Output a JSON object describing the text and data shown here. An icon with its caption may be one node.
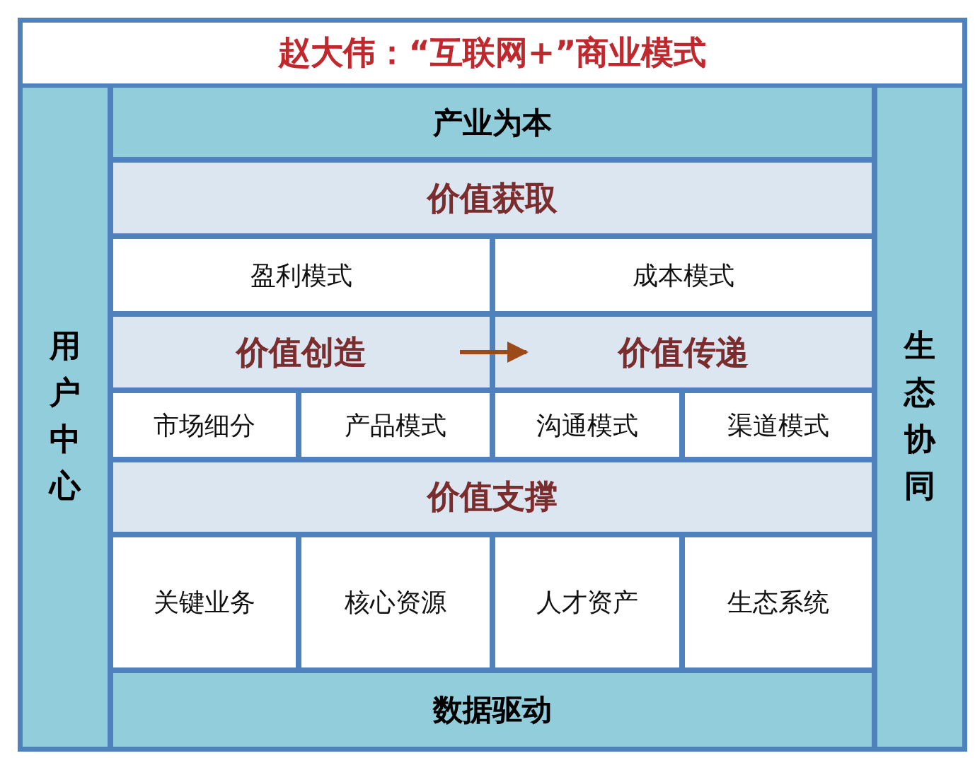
{
  "diagram": {
    "title": "赵大伟：“互联网+”商业模式",
    "nodes": [
      {
        "text": [
          "用户中心"
        ]
      },
      {
        "text": [
          "产业为本"
        ]
      },
      {
        "text": [
          "价值获取"
        ]
      },
      {
        "text": [
          "盈利模式"
        ]
      },
      {
        "text": [
          "成本模式"
        ]
      },
      {
        "text": [
          "价值创造"
        ]
      },
      {
        "text": [
          "价值传递"
        ]
      },
      {
        "text": [
          "市场细分"
        ]
      },
      {
        "text": [
          "产品模式"
        ]
      },
      {
        "text": [
          "沟通模式"
        ]
      },
      {
        "text": [
          "渠道模式"
        ]
      },
      {
        "text": [
          "价值支撑"
        ]
      },
      {
        "text": [
          "关键业务"
        ]
      },
      {
        "text": [
          "核心资源"
        ]
      },
      {
        "text": [
          "人才资产"
        ]
      },
      {
        "text": [
          "生态系统"
        ]
      },
      {
        "text": [
          "数据驱动"
        ]
      },
      {
        "text": [
          "生态协同"
        ]
      }
    ],
    "edges": [
      {
        "from": 5,
        "to": 6,
        "arrow": "to"
      }
    ]
  }
}
